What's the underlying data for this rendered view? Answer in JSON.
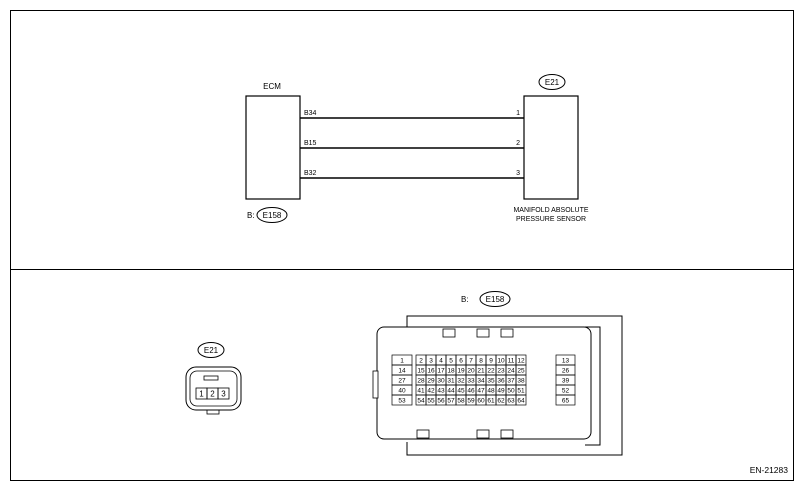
{
  "schematic": {
    "ecm_label": "ECM",
    "ecm_connector_prefix": "B:",
    "ecm_connector_id": "E158",
    "sensor_connector_id": "E21",
    "sensor_name_line1": "MANIFOLD ABSOLUTE",
    "sensor_name_line2": "PRESSURE SENSOR",
    "wires": [
      {
        "ecm_terminal": "B34",
        "sensor_terminal": "1"
      },
      {
        "ecm_terminal": "B15",
        "sensor_terminal": "2"
      },
      {
        "ecm_terminal": "B32",
        "sensor_terminal": "3"
      }
    ]
  },
  "connectors": {
    "e21": {
      "id": "E21",
      "pins": [
        "1",
        "2",
        "3"
      ]
    },
    "e158": {
      "prefix": "B:",
      "id": "E158",
      "rows": [
        {
          "left": "1",
          "mid": [
            "2",
            "3",
            "4",
            "5",
            "6",
            "7",
            "8",
            "9",
            "10",
            "11",
            "12"
          ],
          "right": "13"
        },
        {
          "left": "14",
          "mid": [
            "15",
            "16",
            "17",
            "18",
            "19",
            "20",
            "21",
            "22",
            "23",
            "24",
            "25"
          ],
          "right": "26"
        },
        {
          "left": "27",
          "mid": [
            "28",
            "29",
            "30",
            "31",
            "32",
            "33",
            "34",
            "35",
            "36",
            "37",
            "38"
          ],
          "right": "39"
        },
        {
          "left": "40",
          "mid": [
            "41",
            "42",
            "43",
            "44",
            "45",
            "46",
            "47",
            "48",
            "49",
            "50",
            "51"
          ],
          "right": "52"
        },
        {
          "left": "53",
          "mid": [
            "54",
            "55",
            "56",
            "57",
            "58",
            "59",
            "60",
            "61",
            "62",
            "63",
            "64"
          ],
          "right": "65"
        }
      ]
    }
  },
  "figure_code": "EN-21283"
}
